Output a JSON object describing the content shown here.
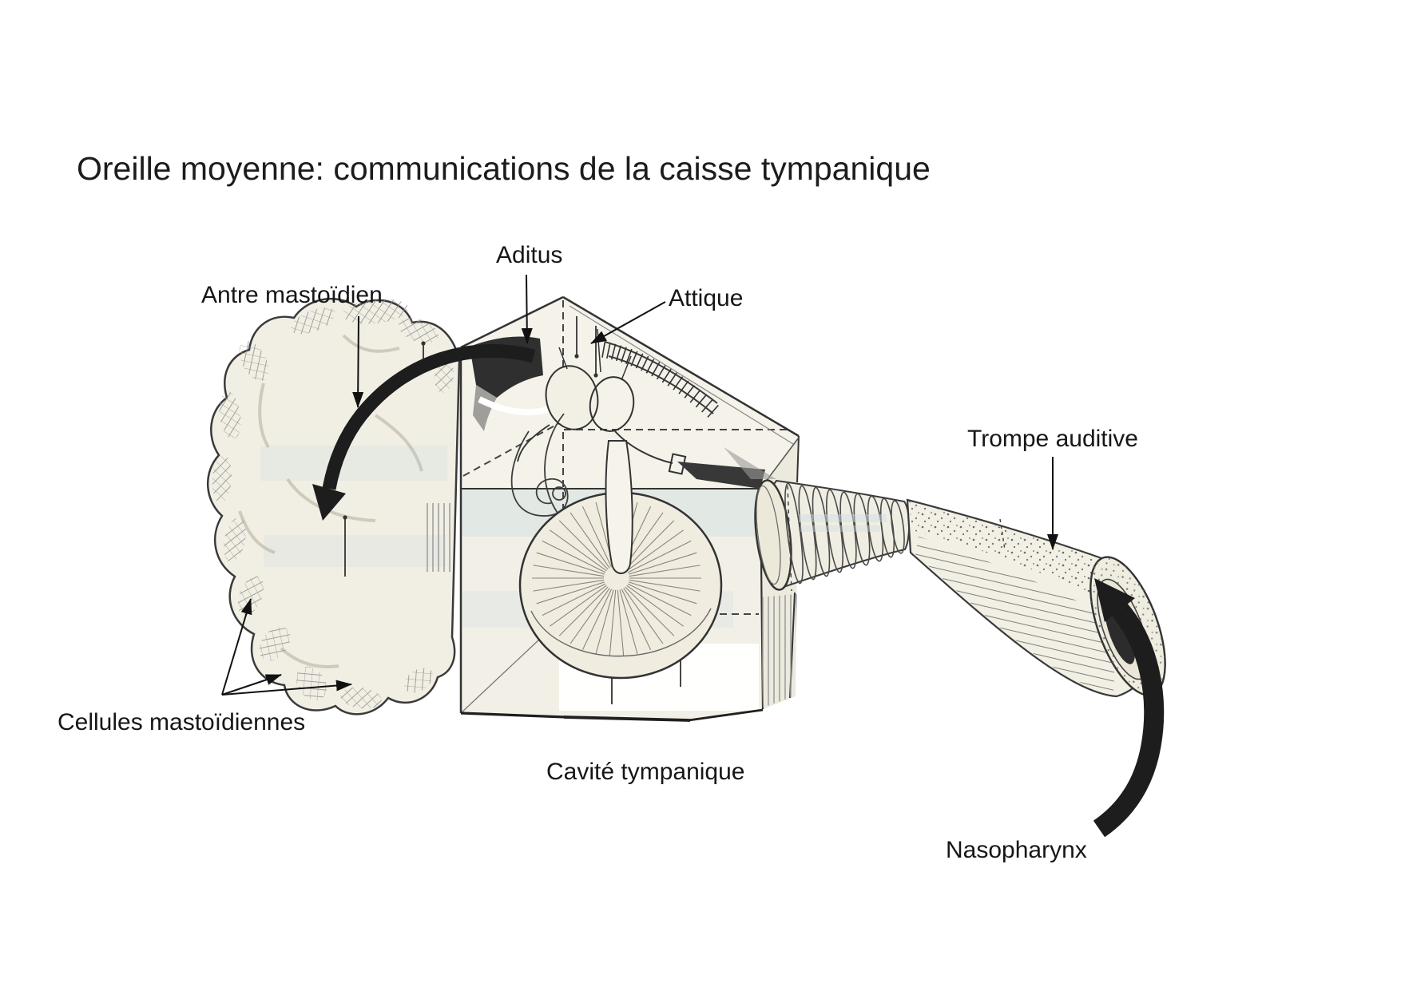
{
  "title": "Oreille moyenne: communications de la caisse tympanique",
  "labels": {
    "aditus": "Aditus",
    "antre_mastoidien": "Antre mastoïdien",
    "attique": "Attique",
    "trompe_auditive": "Trompe auditive",
    "cellules_mastoidiennes": "Cellules mastoïdiennes",
    "cavite_tympanique": "Cavité tympanique",
    "nasopharynx": "Nasopharynx"
  },
  "colors": {
    "ink": "#222222",
    "paper": "#ffffff",
    "parchment": "#f1eee3",
    "tint_blue": "#cfdde3",
    "arrow_black": "#1d1d1d"
  }
}
